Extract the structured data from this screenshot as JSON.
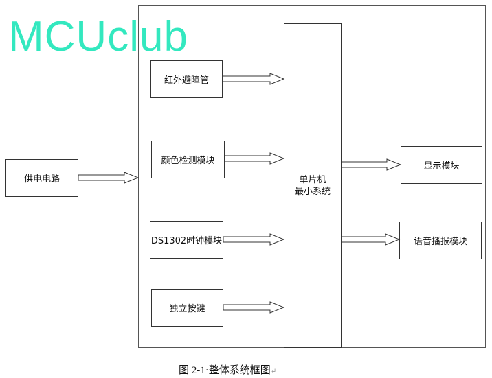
{
  "watermark": "MCUclub",
  "diagram": {
    "inputs": [
      {
        "label": "红外避障管"
      },
      {
        "label": "颜色检测模块"
      },
      {
        "label": "DS1302时钟模块"
      },
      {
        "label": "独立按键"
      }
    ],
    "power": {
      "label": "供电电路"
    },
    "mcu": {
      "line1": "单片机",
      "line2": "最小系统"
    },
    "outputs": [
      {
        "label": "显示模块"
      },
      {
        "label": "语音播报模块"
      }
    ]
  },
  "caption": {
    "text": "图 2-1·整体系统框图",
    "mark": "↵"
  },
  "colors": {
    "watermark": "#33e8bf",
    "stroke": "#333333"
  }
}
